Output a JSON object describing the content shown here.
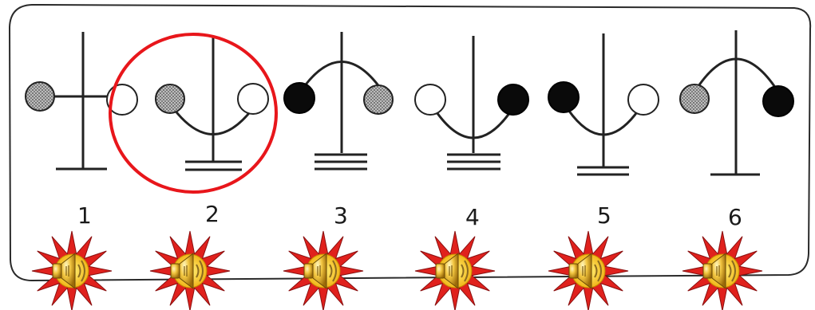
{
  "diagram": {
    "labels": [
      "1",
      "2",
      "3",
      "4",
      "5",
      "6"
    ],
    "highlighted_index": 2,
    "highlight_color": "#e8161b",
    "sound_buttons": [
      {
        "icon": "speaker-icon",
        "star_color": "#e0211d"
      },
      {
        "icon": "speaker-icon",
        "star_color": "#e0211d"
      },
      {
        "icon": "speaker-icon",
        "star_color": "#e0211d"
      },
      {
        "icon": "speaker-icon",
        "star_color": "#e0211d"
      },
      {
        "icon": "speaker-icon",
        "star_color": "#e0211d"
      },
      {
        "icon": "speaker-icon",
        "star_color": "#e0211d"
      }
    ]
  }
}
